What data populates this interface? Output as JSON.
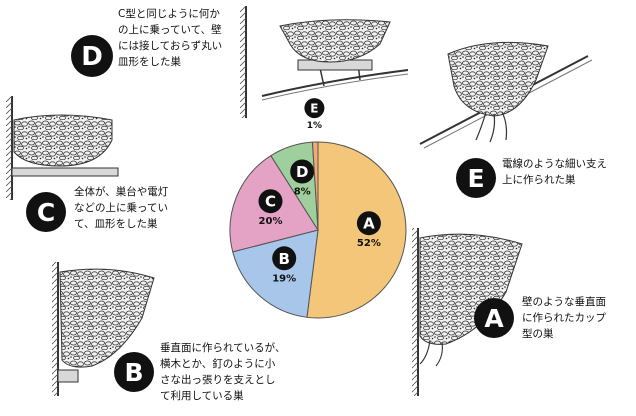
{
  "colors": {
    "A": "#f3c679",
    "B": "#a8c6ea",
    "C": "#e4a3c4",
    "D": "#9fcf9c",
    "E": "#f1aa72",
    "badge": "#111111"
  },
  "chart_data": {
    "type": "pie",
    "slices": [
      {
        "letter": "A",
        "label": "A",
        "value": 52,
        "value_label": "52%"
      },
      {
        "letter": "B",
        "label": "B",
        "value": 19,
        "value_label": "19%"
      },
      {
        "letter": "C",
        "label": "C",
        "value": 20,
        "value_label": "20%"
      },
      {
        "letter": "D",
        "label": "D",
        "value": 8,
        "value_label": "8%"
      },
      {
        "letter": "E",
        "label": "E",
        "value": 1,
        "value_label": "1%"
      }
    ]
  },
  "annotations": {
    "A": {
      "letter": "A",
      "lines": [
        "壁のような垂直面",
        "に作られたカップ",
        "型の巣"
      ]
    },
    "B": {
      "letter": "B",
      "lines": [
        "垂直面に作られているが、",
        "横木とか、釘のように小",
        "さな出っ張りを支えとし",
        "て利用している巣"
      ]
    },
    "C": {
      "letter": "C",
      "lines": [
        "全体が、巣台や電灯",
        "などの上に乗ってい",
        "て、皿形をした巣"
      ]
    },
    "D": {
      "letter": "D",
      "lines": [
        "C型と同じように何か",
        "の上に乗っていて、壁",
        "には接しておらず丸い",
        "皿形をした巣"
      ]
    },
    "E": {
      "letter": "E",
      "lines": [
        "電線のような細い支え",
        "上に作られた巣"
      ]
    }
  }
}
